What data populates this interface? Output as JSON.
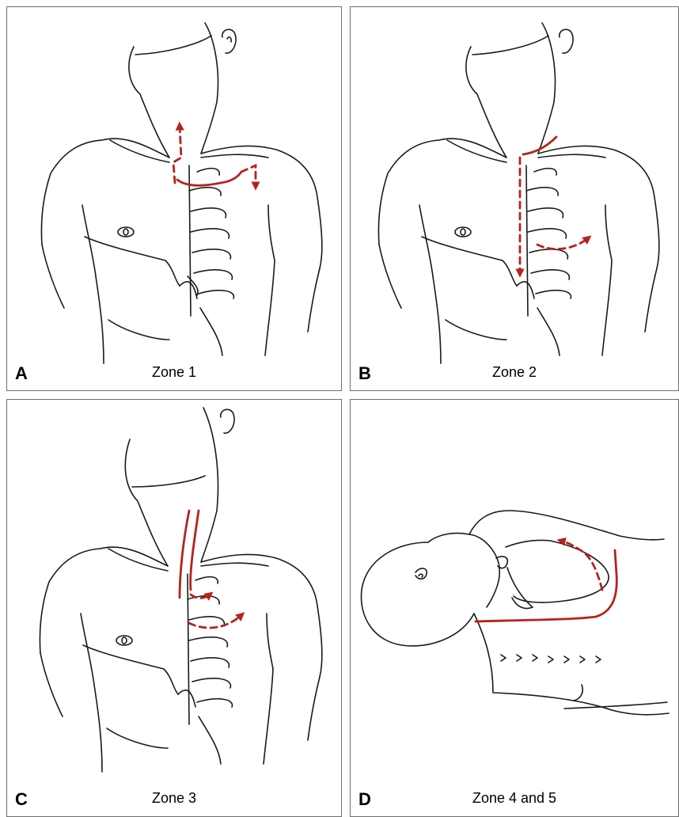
{
  "panels": [
    {
      "letter": "A",
      "caption": "Zone 1"
    },
    {
      "letter": "B",
      "caption": "Zone 2"
    },
    {
      "letter": "C",
      "caption": "Zone 3"
    },
    {
      "letter": "D",
      "caption": "Zone 4 and 5"
    }
  ],
  "colors": {
    "incision": "#b3241e",
    "ink": "#1a1a1a",
    "border": "#6e6e6e"
  }
}
